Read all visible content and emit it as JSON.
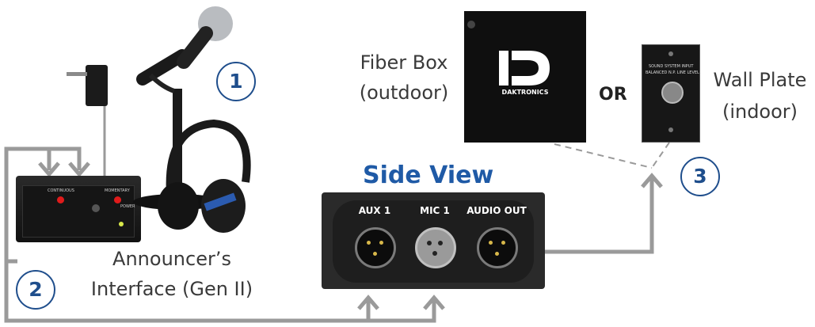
{
  "steps": {
    "one": "1",
    "two": "2",
    "three": "3"
  },
  "labels": {
    "fiber_box_line1": "Fiber Box",
    "fiber_box_line2": "(outdoor)",
    "or": "OR",
    "wall_plate_line1": "Wall Plate",
    "wall_plate_line2": "(indoor)",
    "side_view": "Side View",
    "interface_line1": "Announcer’s",
    "interface_line2": "Interface (Gen II)"
  },
  "side_panel": {
    "aux": "AUX 1",
    "mic": "MIC 1",
    "audio_out": "AUDIO OUT"
  },
  "fiber_box": {
    "brand": "DAKTRONICS"
  },
  "wall_plate": {
    "line1": "SOUND SYSTEM INPUT",
    "line2": "BALANCED N.P. LINE LEVEL"
  },
  "interface_box": {
    "continuous": "CONTINUOUS",
    "momentary": "MOMENTARY",
    "power": "POWER"
  },
  "colors": {
    "accent_blue": "#1f4e8c",
    "title_blue": "#1f5aa6",
    "wire_gray": "#9a9a9a"
  }
}
